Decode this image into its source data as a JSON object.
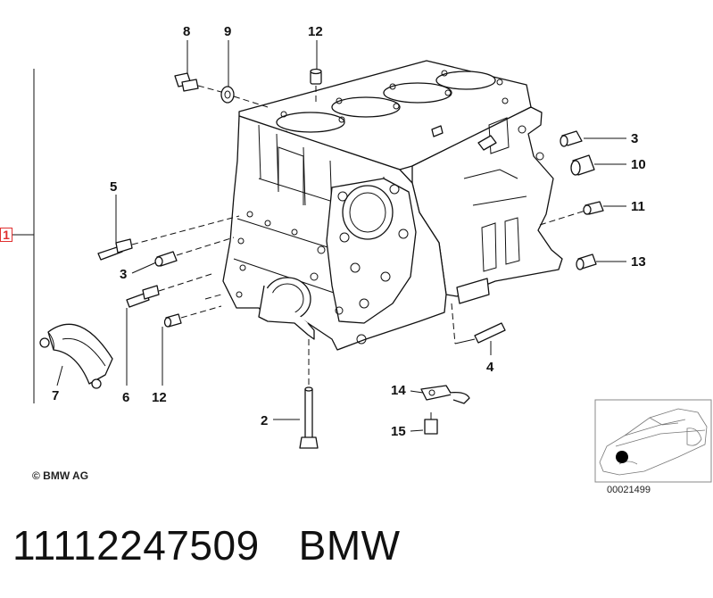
{
  "selected_callout": "1",
  "callouts": {
    "c8": "8",
    "c9": "9",
    "c12_top": "12",
    "c3_right": "3",
    "c10": "10",
    "c11": "11",
    "c13": "13",
    "c5": "5",
    "c3_left": "3",
    "c6": "6",
    "c12_bottom": "12",
    "c7": "7",
    "c4": "4",
    "c2": "2",
    "c14": "14",
    "c15": "15"
  },
  "copyright": "© BMW AG",
  "inset_code": "00021499",
  "part_number": "11112247509",
  "brand": "BMW"
}
